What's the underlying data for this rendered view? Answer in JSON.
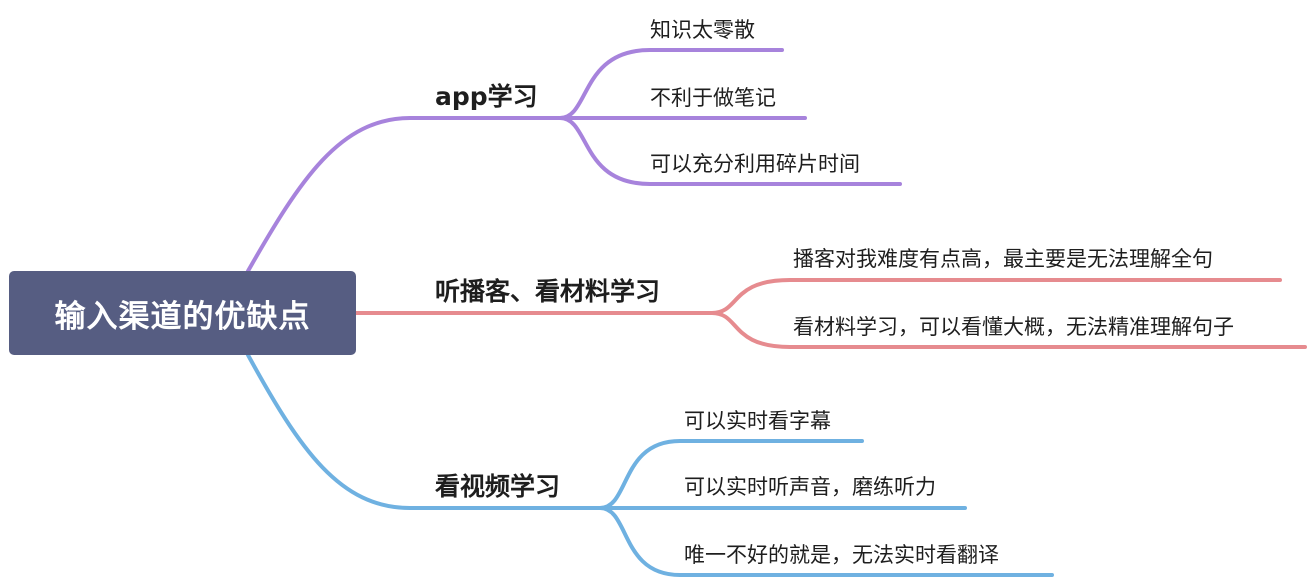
{
  "root": {
    "label": "输入渠道的优缺点"
  },
  "branches": [
    {
      "label": "app学习",
      "color": "#a783dc",
      "items": [
        "知识太零散",
        "不利于做笔记",
        "可以充分利用碎片时间"
      ]
    },
    {
      "label": "听播客、看材料学习",
      "color": "#e68b8f",
      "items": [
        "播客对我难度有点高，最主要是无法理解全句",
        "看材料学习，可以看懂大概，无法精准理解句子"
      ]
    },
    {
      "label": "看视频学习",
      "color": "#6fb1e1",
      "items": [
        "可以实时看字幕",
        "可以实时听声音，磨练听力",
        "唯一不好的就是，无法实时看翻译"
      ]
    }
  ]
}
